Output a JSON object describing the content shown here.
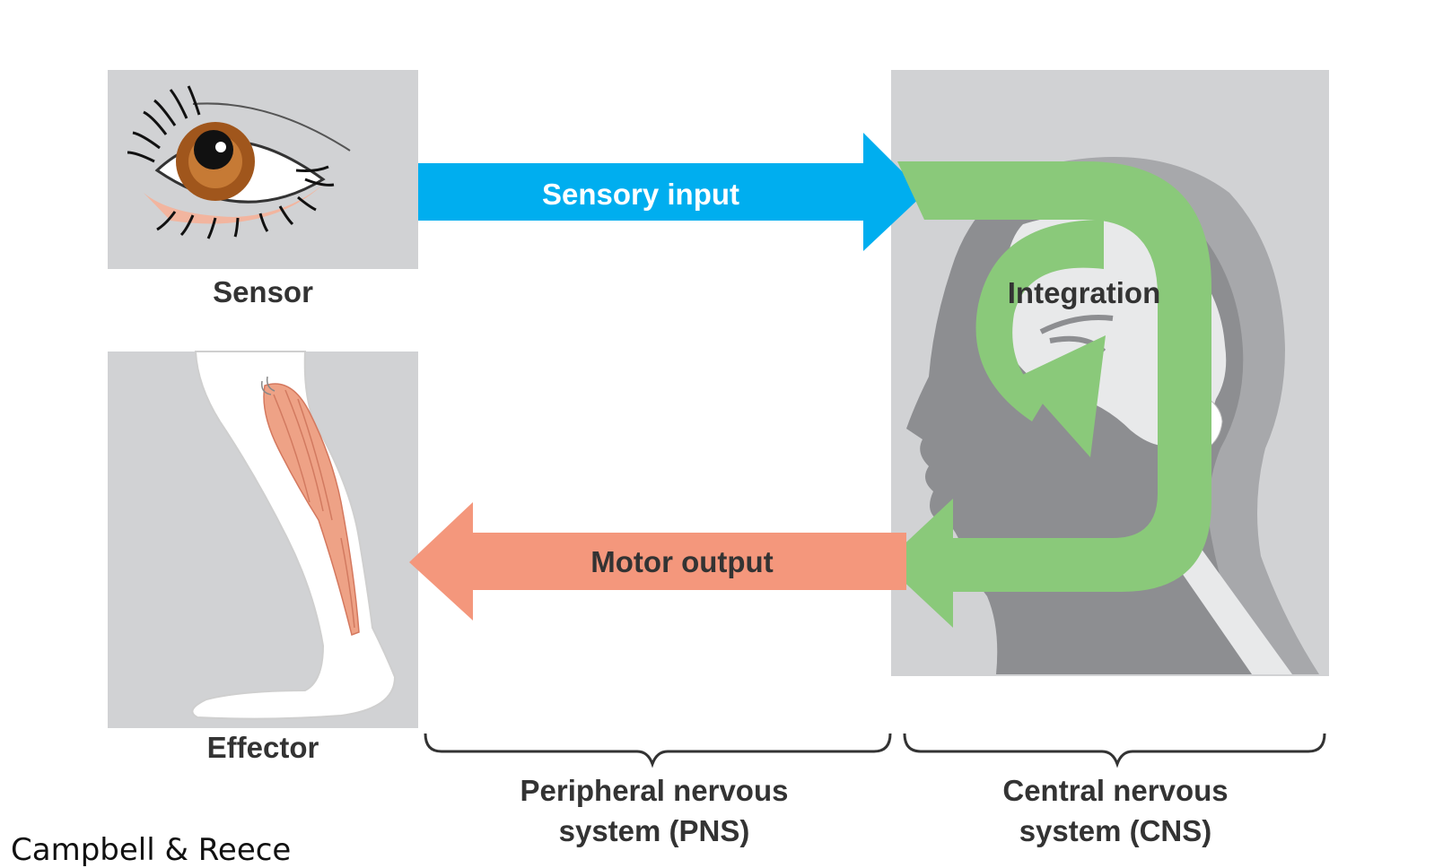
{
  "labels": {
    "sensor": "Sensor",
    "effector": "Effector",
    "sensory_input": "Sensory input",
    "motor_output": "Motor output",
    "integration": "Integration",
    "pns_line1": "Peripheral nervous",
    "pns_line2": "system (PNS)",
    "cns_line1": "Central nervous",
    "cns_line2": "system (CNS)"
  },
  "credit": "Campbell & Reece",
  "icons": {
    "sensor": "eye-icon",
    "effector": "leg-muscle-icon",
    "cns": "head-brain-icon"
  },
  "colors": {
    "panel": "#d1d2d4",
    "sensory_arrow": "#00aeef",
    "motor_arrow": "#f4977c",
    "integration_arrow": "#8ac97a",
    "text": "#333333"
  }
}
